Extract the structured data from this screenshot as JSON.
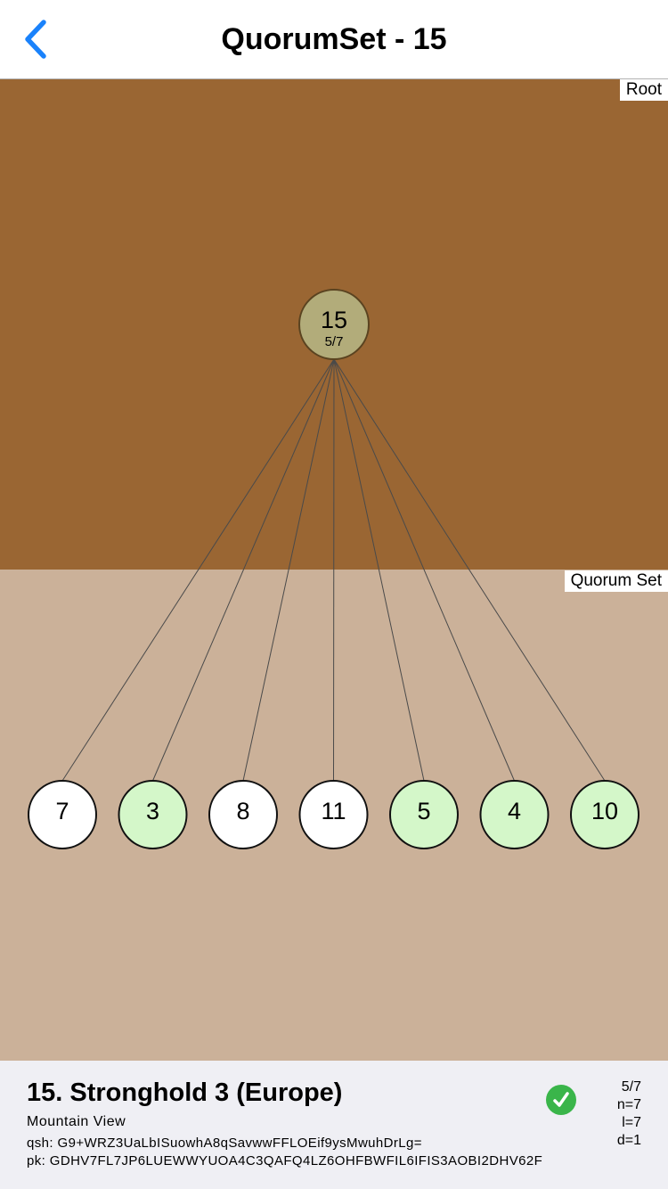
{
  "nav": {
    "title": "QuorumSet - 15",
    "back_icon": "chevron-left-icon",
    "accent_color": "#1a82fb"
  },
  "zones": {
    "root_label": "Root",
    "root_color": "#9a6633",
    "quorum_label": "Quorum Set",
    "quorum_color": "#cbb199"
  },
  "root_node": {
    "id": "15",
    "threshold": "5/7",
    "fill": "#b2ac7a"
  },
  "validators": [
    {
      "id": "7",
      "status": "default",
      "fill": "#ffffff"
    },
    {
      "id": "3",
      "status": "agreeing",
      "fill": "#d4f7c9"
    },
    {
      "id": "8",
      "status": "default",
      "fill": "#ffffff"
    },
    {
      "id": "11",
      "status": "default",
      "fill": "#ffffff"
    },
    {
      "id": "5",
      "status": "agreeing",
      "fill": "#d4f7c9"
    },
    {
      "id": "4",
      "status": "agreeing",
      "fill": "#d4f7c9"
    },
    {
      "id": "10",
      "status": "agreeing",
      "fill": "#d4f7c9"
    }
  ],
  "info": {
    "title": "15. Stronghold 3 (Europe)",
    "location": "Mountain View",
    "qsh": "qsh: G9+WRZ3UaLbISuowhA8qSavwwFFLOEif9ysMwuhDrLg=",
    "pk": "pk: GDHV7FL7JP6LUEWWYUOA4C3QAFQ4LZ6OHFBWFIL6IFIS3AOBI2DHV62F",
    "status_icon": "check-circle-icon",
    "status_color": "#3ab54a",
    "stats": {
      "threshold": "5/7",
      "n": "n=7",
      "l": "l=7",
      "d": "d=1"
    }
  }
}
